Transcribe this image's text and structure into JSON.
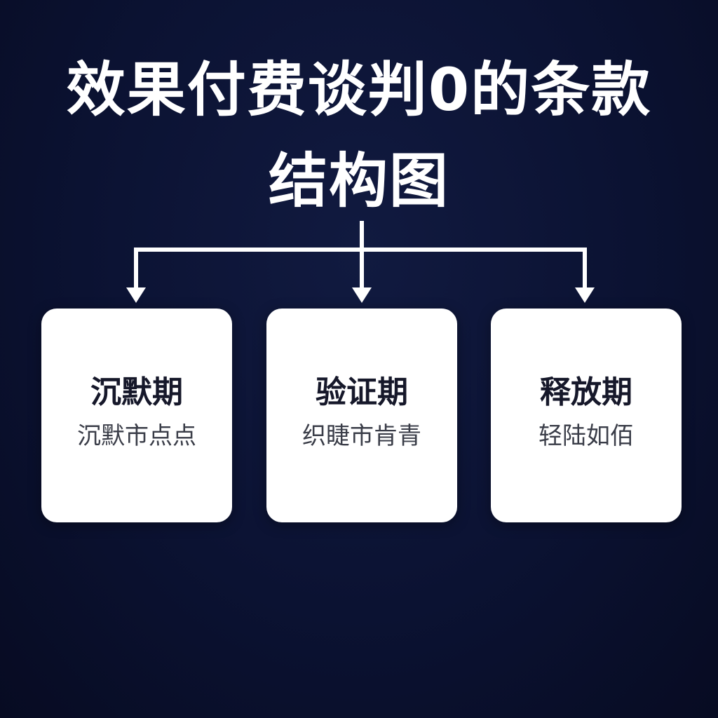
{
  "title": {
    "line1": "效果付费谈判0的条款",
    "line2": "结构图"
  },
  "colors": {
    "background": "#0b1232",
    "card": "#ffffff",
    "connector": "#ffffff",
    "card_title": "#16182a",
    "card_subtitle": "#3a3d48"
  },
  "cards": [
    {
      "title": "沉默期",
      "subtitle": "沉默市点点"
    },
    {
      "title": "验证期",
      "subtitle": "织睫市肯青"
    },
    {
      "title": "释放期",
      "subtitle": "轻陆如佰"
    }
  ]
}
